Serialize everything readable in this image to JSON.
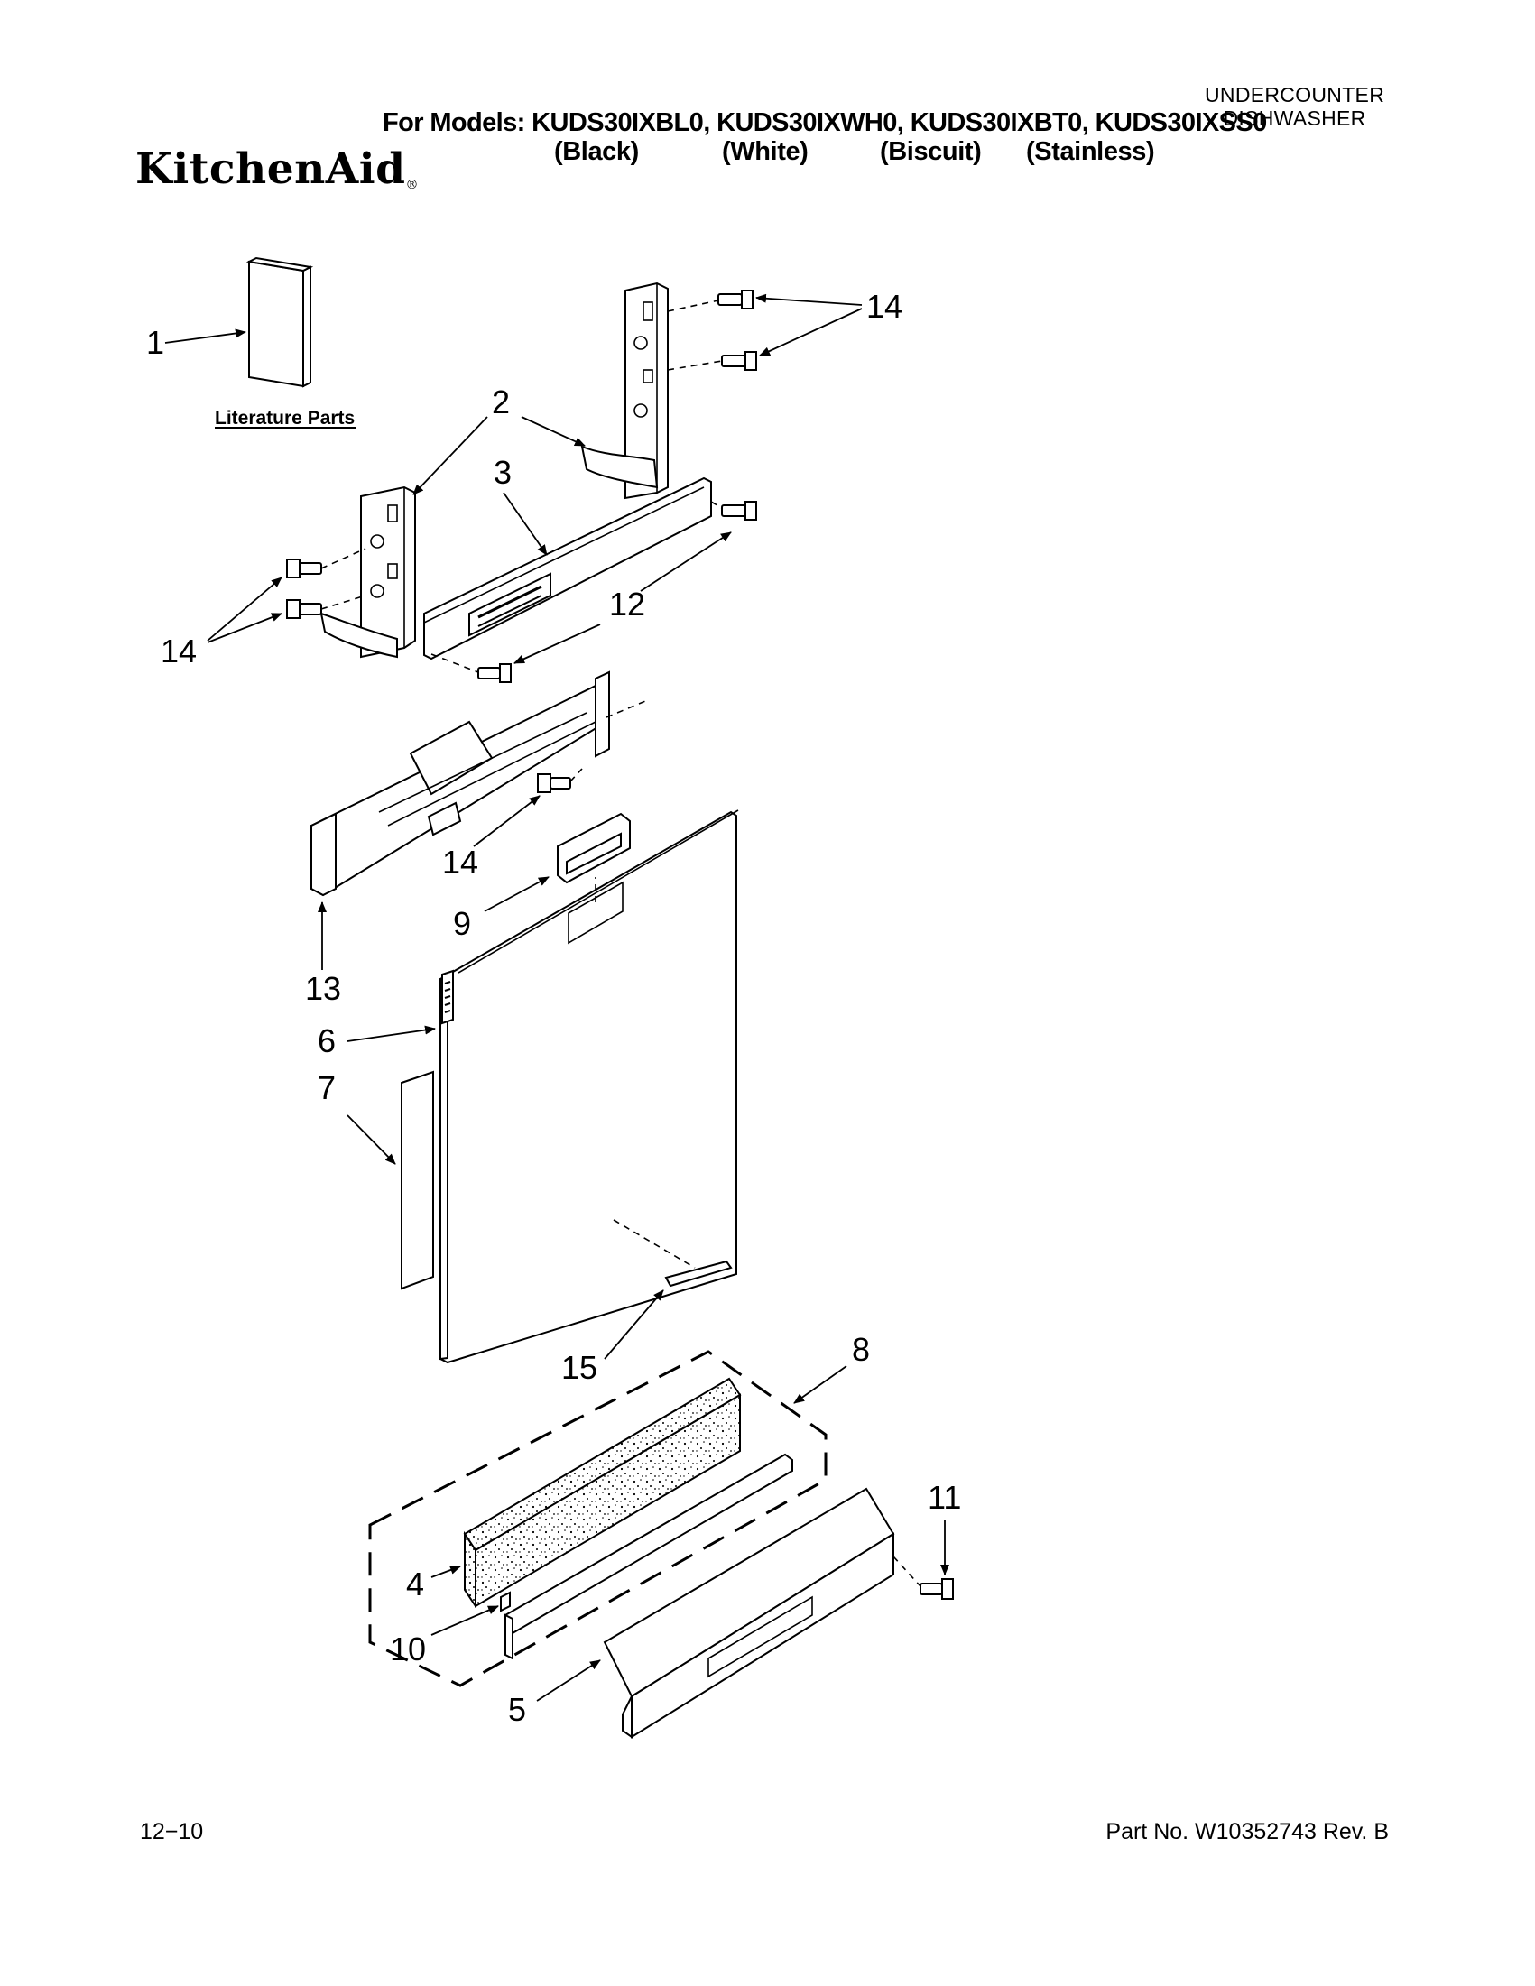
{
  "header": {
    "category_line1": "UNDERCOUNTER",
    "category_line2": "DISHWASHER",
    "models_line": "For Models: KUDS30IXBL0, KUDS30IXWH0, KUDS30IXBT0, KUDS30IXSS0",
    "color_names": [
      "(Black)",
      "(White)",
      "(Biscuit)",
      "(Stainless)"
    ],
    "brand": "KitchenAid"
  },
  "diagram": {
    "literature_label": "Literature Parts",
    "callouts": {
      "c1": "1",
      "c2": "2",
      "c3": "3",
      "c4": "4",
      "c5": "5",
      "c6": "6",
      "c7": "7",
      "c8": "8",
      "c9": "9",
      "c10": "10",
      "c11": "11",
      "c12": "12",
      "c13": "13",
      "c14_top": "14",
      "c14_left": "14",
      "c14_mid": "14",
      "c15": "15"
    }
  },
  "footer": {
    "date": "12−10",
    "part_number": "Part No. W10352743 Rev. B"
  }
}
